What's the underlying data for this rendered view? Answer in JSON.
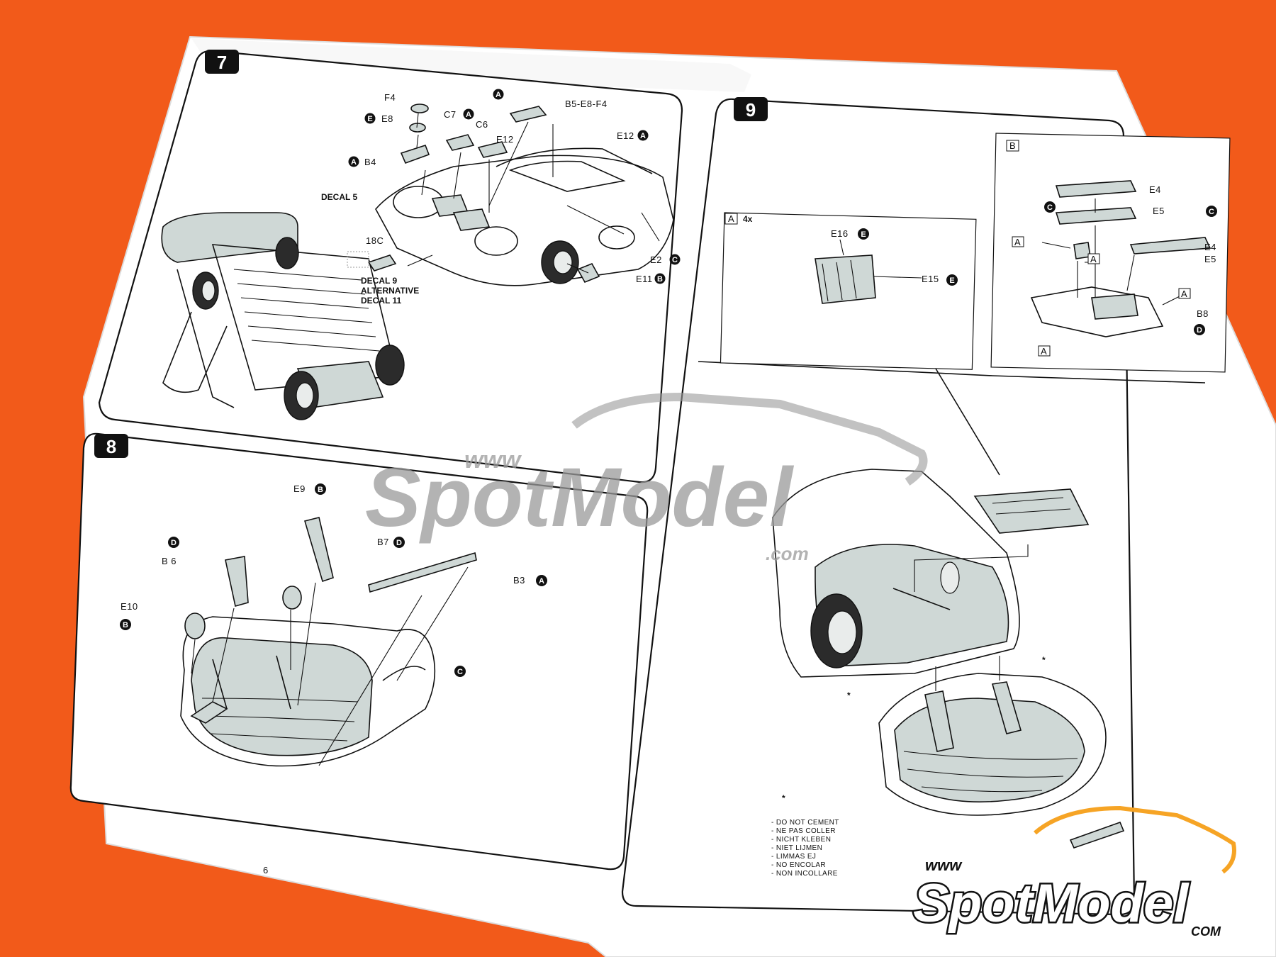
{
  "steps": [
    {
      "number": "7"
    },
    {
      "number": "8"
    },
    {
      "number": "9"
    }
  ],
  "step7": {
    "parts": [
      "F4",
      "E8",
      "B4",
      "C7",
      "C6",
      "B5-E8-F4",
      "E12",
      "E12",
      "E2",
      "E11",
      "18C"
    ],
    "decal5": "DECAL 5",
    "decal9": "DECAL 9",
    "alternative": "ALTERNATIVE",
    "decal11": "DECAL 11",
    "badges": [
      "E",
      "A",
      "A",
      "A",
      "A",
      "C",
      "B"
    ]
  },
  "step8": {
    "parts": [
      "E9",
      "B 6",
      "B7",
      "B3",
      "E10"
    ],
    "badges": [
      "B",
      "D",
      "D",
      "A",
      "B",
      "C"
    ]
  },
  "step9": {
    "box_a_label": "A",
    "box_a_qty": "4x",
    "box_a_parts": [
      "E16",
      "E15"
    ],
    "box_a_badges": [
      "E",
      "E"
    ],
    "box_b_label": "B",
    "box_b_parts": [
      "E4",
      "E5",
      "E4",
      "E5",
      "B8"
    ],
    "box_b_tags": [
      "A",
      "A",
      "A",
      "A"
    ],
    "box_b_badges": [
      "C",
      "C",
      "D"
    ],
    "asterisk": "*"
  },
  "caution": {
    "symbol": "*",
    "lines": [
      "- DO NOT CEMENT",
      "- NE PAS COLLER",
      "- NICHT KLEBEN",
      "- NIET LIJMEN",
      "- LIMMAS EJ",
      "- NO ENCOLAR",
      "- NON INCOLLARE"
    ]
  },
  "page_number": "6",
  "watermark": {
    "www": "www",
    "brand": "SpotModel",
    "com": ".com"
  },
  "logo": {
    "www": "www",
    "brand": "SpotModel",
    "com": "COM"
  },
  "colors": {
    "background": "#f25a1a",
    "paper": "#ffffff",
    "ink": "#111111",
    "tint": "#cfd8d6"
  }
}
